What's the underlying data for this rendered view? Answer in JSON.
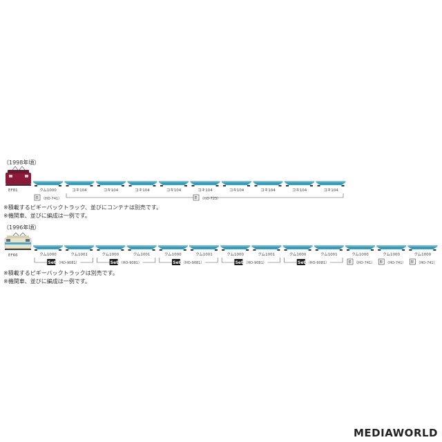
{
  "section1": {
    "heading": "（1998年頃）",
    "locomotive": "EF81",
    "cars": [
      "クム1000",
      "コキ104",
      "コキ104",
      "コキ104",
      "コキ104",
      "コキ104",
      "コキ104",
      "コキ104",
      "コキ104",
      "コキ104"
    ],
    "badge_single": "単",
    "code_1": "（HO-741）",
    "code_2": "（HO-723）",
    "notes": [
      "※積載するピギーバックトラック、並びにコンテナは別売です。",
      "※機関車、並びに編成は一例です。"
    ]
  },
  "section2": {
    "heading": "（1996年頃）",
    "locomotive": "EF66",
    "cars": [
      "クム1000",
      "クム1001",
      "クム1000",
      "クム1001",
      "クム1000",
      "クム1001",
      "クム1000",
      "クム1001",
      "クム1000",
      "クム1001",
      "クム1000",
      "クム1000",
      "クム1000"
    ],
    "set_label": "Set",
    "set_code": "（HO-9081）",
    "badge_single": "単",
    "single_code": "（HO-741）",
    "notes": [
      "※積載するピギーバックトラックは別売です。",
      "※機関車、並びに編成は一例です。"
    ]
  },
  "watermark": "MEDIAWORLD",
  "colors": {
    "car_body": "#3a9ab8",
    "car_top": "#6fc4dc",
    "loco1": "#8b1a3a",
    "loco2_body": "#e8e4c8",
    "loco2_stripe": "#4aa8cc",
    "set_bg": "#1a1a1a"
  }
}
